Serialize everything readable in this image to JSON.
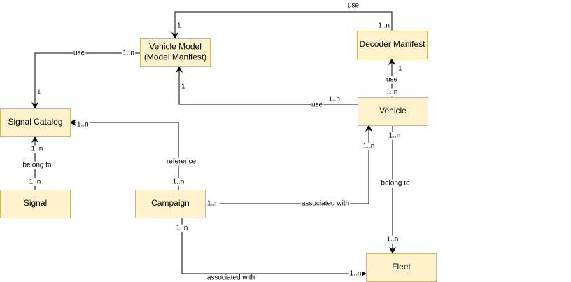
{
  "nodes": [
    {
      "id": "vehicle_model",
      "lines": [
        "Vehicle Model",
        "(Model Manifest)"
      ]
    },
    {
      "id": "decoder_manifest",
      "lines": [
        "Decoder Manifest"
      ]
    },
    {
      "id": "signal_catalog",
      "lines": [
        "Signal Catalog"
      ]
    },
    {
      "id": "vehicle",
      "lines": [
        "Vehicle"
      ]
    },
    {
      "id": "signal",
      "lines": [
        "Signal"
      ]
    },
    {
      "id": "campaign",
      "lines": [
        "Campaign"
      ]
    },
    {
      "id": "fleet",
      "lines": [
        "Fleet"
      ]
    }
  ],
  "edges": [
    {
      "id": "decoder_to_model",
      "label": "use",
      "card_from": "1..n",
      "card_to": "1"
    },
    {
      "id": "model_to_catalog",
      "label": "use",
      "card_from": "1..n",
      "card_to": "1"
    },
    {
      "id": "vehicle_to_decoder",
      "label": "use",
      "card_from": "1..n",
      "card_to": "1"
    },
    {
      "id": "vehicle_to_model",
      "label": "use",
      "card_from": "1..n",
      "card_to": "1"
    },
    {
      "id": "signal_to_catalog",
      "label": "belong to",
      "card_from": "1..n",
      "card_to": "1..n"
    },
    {
      "id": "campaign_to_catalog",
      "label": "reference",
      "card_from": "1..n",
      "card_to": "1..n"
    },
    {
      "id": "campaign_to_vehicle",
      "label": "associated with",
      "card_from": "1..n",
      "card_to": "1..n"
    },
    {
      "id": "vehicle_to_fleet",
      "label": "belong to",
      "card_from": "1..n",
      "card_to": "1..n"
    },
    {
      "id": "campaign_to_fleet",
      "label": "associated with",
      "card_from": "1..n",
      "card_to": "1..n"
    }
  ]
}
